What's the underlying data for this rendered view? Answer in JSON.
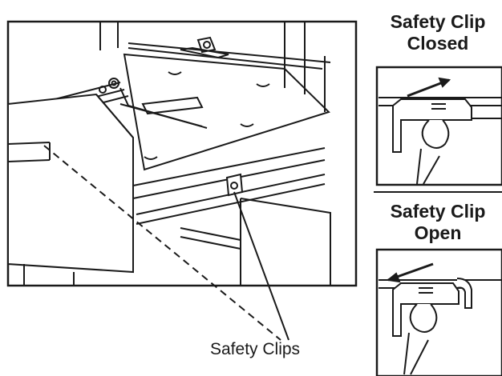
{
  "main_diagram": {
    "callout_label": "Safety Clips"
  },
  "insets": {
    "closed": {
      "title_line1": "Safety Clip",
      "title_line2": "Closed"
    },
    "open": {
      "title_line1": "Safety Clip",
      "title_line2": "Open"
    }
  },
  "colors": {
    "line": "#1a1a1a",
    "background": "#ffffff"
  }
}
